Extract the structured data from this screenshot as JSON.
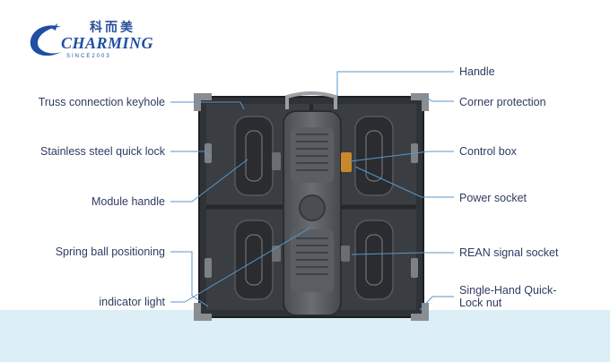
{
  "brand": {
    "chinese_name": "科而美",
    "wordmark": "CHARMING",
    "since": "SINCE2003",
    "color": "#1f4fa3"
  },
  "callouts": {
    "left": [
      "Truss connection keyhole",
      "Stainless steel quick lock",
      "Module handle",
      "Spring ball positioning",
      "indicator light"
    ],
    "right": [
      "Handle",
      "Corner protection",
      "Control box",
      "Power socket",
      "REAN signal socket",
      "Single-Hand Quick-",
      "Lock nut"
    ]
  },
  "colors": {
    "label_text": "#2f3b63",
    "leader_line": "#5b97c9",
    "bottom_band": "#dceef6",
    "cabinet": "#3a3d42"
  }
}
